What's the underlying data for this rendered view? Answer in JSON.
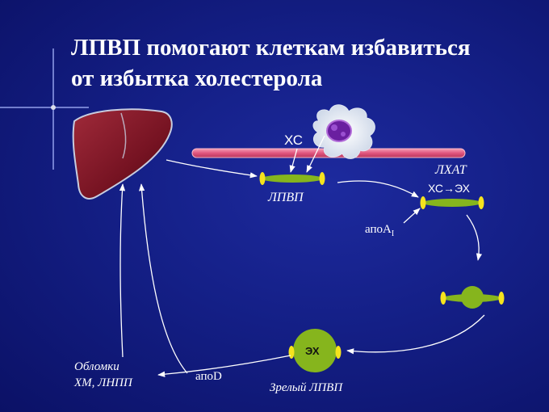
{
  "title": {
    "line1": "ЛПВП помогают клеткам избавиться",
    "line2": "от избытка холестерола"
  },
  "labels": {
    "xc": "ХС",
    "lpvp": "ЛПВП",
    "lhat": "ЛХАТ",
    "conversion": "ХС→ЭХ",
    "apoa": "апоА",
    "apoa_sub": "I",
    "mature_core": "ЭХ",
    "mature_lpvp": "Зрелый ЛПВП",
    "apod": "апоD",
    "fragments_line1": "Обломки",
    "fragments_line2": "ХМ, ЛНПП"
  },
  "colors": {
    "background": "#141f86",
    "liver": "#7a1422",
    "membrane": "#e8678a",
    "particle_green": "#86b51d",
    "particle_yellow": "#f5e31e",
    "arrow": "#ffffff"
  },
  "icons": [
    "liver-icon",
    "macrophage-cell-icon",
    "cell-membrane-bar",
    "hdl-particle-icon",
    "arrow-icon"
  ]
}
